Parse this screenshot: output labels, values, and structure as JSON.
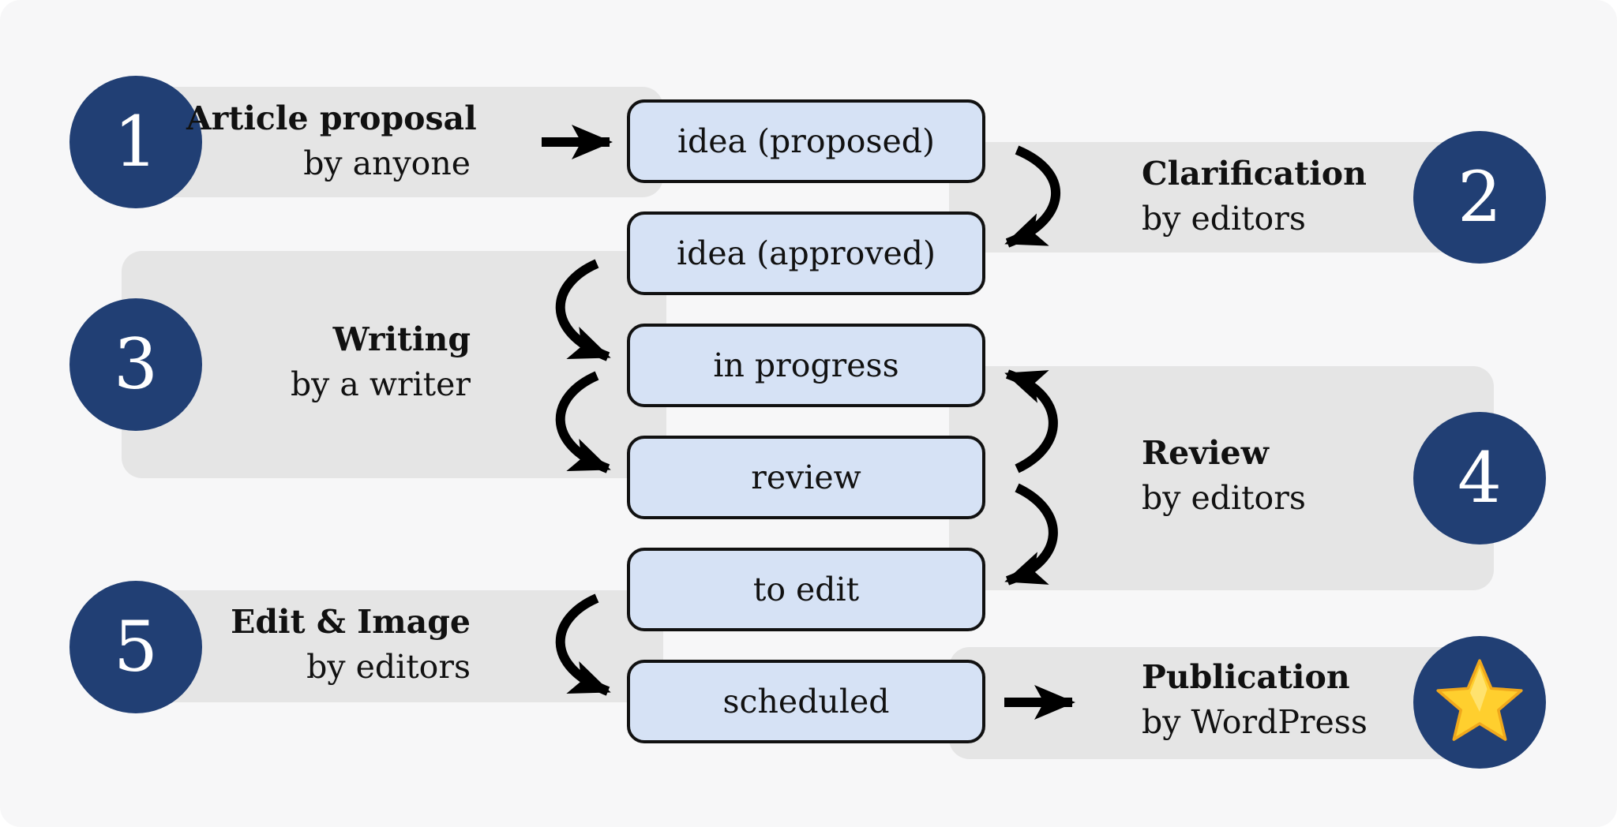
{
  "steps": [
    {
      "number": "1",
      "title": "Article proposal",
      "actor": "by anyone"
    },
    {
      "number": "2",
      "title": "Clarification",
      "actor": "by editors"
    },
    {
      "number": "3",
      "title": "Writing",
      "actor": "by a writer"
    },
    {
      "number": "4",
      "title": "Review",
      "actor": "by editors"
    },
    {
      "number": "5",
      "title": "Edit & Image",
      "actor": "by editors"
    },
    {
      "number": "",
      "title": "Publication",
      "actor": "by WordPress",
      "icon": "star-icon"
    }
  ],
  "states": [
    "idea (proposed)",
    "idea (approved)",
    "in progress",
    "review",
    "to edit",
    "scheduled"
  ],
  "colors": {
    "badge": "#213f74",
    "band": "#e5e5e5",
    "state_fill": "#d6e2f5",
    "star": "#ffcf2e"
  }
}
